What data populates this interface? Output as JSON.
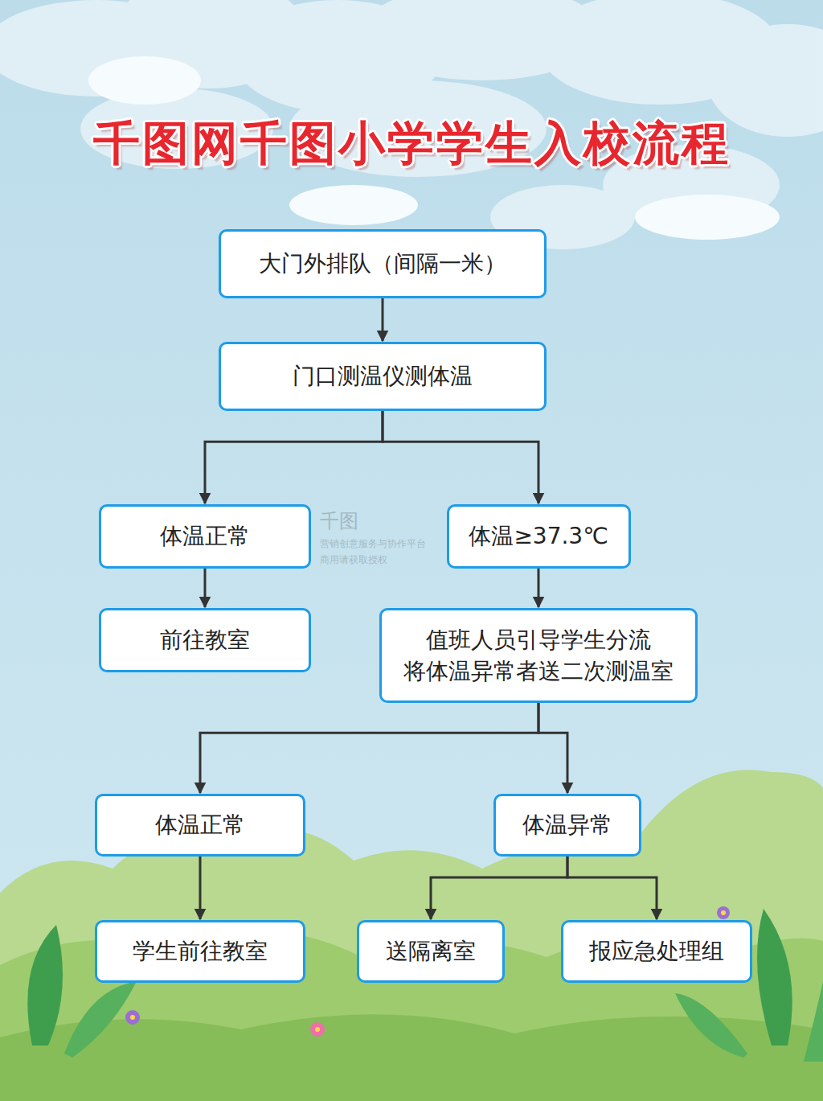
{
  "diagram": {
    "title": "千图网千图小学学生入校流程",
    "nodes": [
      {
        "text": [
          "大门外排队（间隔一米）"
        ]
      },
      {
        "text": [
          "门口测温仪测体温"
        ]
      },
      {
        "text": [
          "体温正常"
        ]
      },
      {
        "text": [
          "体温≥37.3℃"
        ]
      },
      {
        "text": [
          "前往教室"
        ]
      },
      {
        "text": [
          "值班人员引导学生分流 将体温异常者送二次测温室"
        ]
      },
      {
        "text": [
          "体温正常"
        ]
      },
      {
        "text": [
          "体温异常"
        ]
      },
      {
        "text": [
          "学生前往教室"
        ]
      },
      {
        "text": [
          "送隔离室"
        ]
      },
      {
        "text": [
          "报应急处理组"
        ]
      }
    ],
    "edges": [
      {
        "from": 0,
        "to": 1,
        "arrow": "to"
      },
      {
        "from": 1,
        "to": 2,
        "arrow": "to"
      },
      {
        "from": 1,
        "to": 3,
        "arrow": "to"
      },
      {
        "from": 2,
        "to": 4,
        "arrow": "to"
      },
      {
        "from": 3,
        "to": 5,
        "arrow": "to"
      },
      {
        "from": 5,
        "to": 6,
        "arrow": "to"
      },
      {
        "from": 5,
        "to": 7,
        "arrow": "to"
      },
      {
        "from": 6,
        "to": 8,
        "arrow": "to"
      },
      {
        "from": 7,
        "to": 9,
        "arrow": "to"
      },
      {
        "from": 7,
        "to": 10,
        "arrow": "to"
      }
    ],
    "labels": [
      "千图",
      "营销创意服务与协作平台",
      "商用请获取授权"
    ]
  }
}
